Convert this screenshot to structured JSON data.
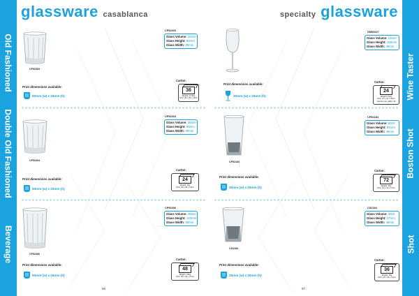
{
  "left": {
    "title": "glassware",
    "subtitle": "casablanca",
    "page_number": "56",
    "sections": [
      {
        "side_label": "Old Fashioned",
        "code": "CP52303",
        "spec_code": "CP52303",
        "specs": [
          {
            "label": "Glass Volume:",
            "value": "260ml"
          },
          {
            "label": "Glass Height:",
            "value": "90mm"
          },
          {
            "label": "Glass Width:",
            "value": "85mm"
          }
        ],
        "carton_label": "Carton:",
        "carton_qty": "36",
        "carton_detail": "Weight: 13.5kg\nSize: 39 x 39 x 15cm",
        "print_label": "Print dimensions available:",
        "print_text": "50mm (w) x 28mm (h)"
      },
      {
        "side_label": "Double Old Fashioned",
        "code": "CP52304",
        "spec_code": "CP52304",
        "specs": [
          {
            "label": "Glass Volume:",
            "value": "355ml"
          },
          {
            "label": "Glass Height:",
            "value": "99mm"
          },
          {
            "label": "Glass Width:",
            "value": "90mm"
          }
        ],
        "carton_label": "Carton:",
        "carton_qty": "24",
        "carton_detail": "Weight: 9kg\nSize: 29 x 39 x 13cm",
        "print_label": "Print dimensions available:",
        "print_text": "50mm (w) x 20mm (h)"
      },
      {
        "side_label": "Beverage",
        "code": "CP52306",
        "spec_code": "CP52306",
        "specs": [
          {
            "label": "Glass Volume:",
            "value": "355ml"
          },
          {
            "label": "Glass Height:",
            "value": "120mm"
          },
          {
            "label": "Glass Width:",
            "value": "85mm"
          }
        ],
        "carton_label": "Carton:",
        "carton_qty": "48",
        "carton_detail": "Weight: 15kg\nSize: 39 x 29 x 27cm",
        "print_label": "Print dimensions available:",
        "print_text": "50mm (w) x 25mm (h)"
      }
    ]
  },
  "right": {
    "title": "glassware",
    "subtitle": "specialty",
    "page_number": "57",
    "sections": [
      {
        "side_label": "Wine Taster",
        "code": "GM60027",
        "spec_code": "GM60027",
        "specs": [
          {
            "label": "Glass Volume:",
            "value": "215ml"
          },
          {
            "label": "Glass Height:",
            "value": "159mm"
          },
          {
            "label": "Glass Width:",
            "value": "48mm"
          }
        ],
        "carton_label": "Carton:",
        "carton_qty": "24",
        "carton_detail": "Weight: 5+kg\nSize: 37 x 24 x 30cm\nCartons per pallet: 40",
        "print_label": "Print dimensions available:",
        "print_text": "30mm (w) x 25mm (h)"
      },
      {
        "side_label": "Boston Shot",
        "code": "CP52184",
        "spec_code": "CP52184",
        "specs": [
          {
            "label": "Glass Volume:",
            "value": "60ml"
          },
          {
            "label": "Glass Height:",
            "value": "84mm"
          },
          {
            "label": "Glass Width:",
            "value": "46mm"
          }
        ],
        "carton_label": "Carton:",
        "carton_qty": "72",
        "carton_detail": "Weight: 9kg\nSize: 19 x 24 x 17cm",
        "print_label": "Print dimensions available:",
        "print_text": "25mm (w) x 25mm (h)"
      },
      {
        "side_label": "Shot",
        "code": "CS2184",
        "spec_code": "CS2184",
        "specs": [
          {
            "label": "Glass Volume:",
            "value": "30ml"
          },
          {
            "label": "Glass Height:",
            "value": "57mm"
          },
          {
            "label": "Glass Width:",
            "value": "48mm"
          }
        ],
        "carton_label": "Carton:",
        "carton_qty": "36",
        "carton_detail": "Weight: 3kg\nSize: 24 x 19 x 12cm",
        "print_label": "Print dimensions available:",
        "print_text": "25mm (w) x 30mm (h)"
      }
    ]
  },
  "colors": {
    "accent": "#1aa3df",
    "dots": "#9fd3ee"
  }
}
